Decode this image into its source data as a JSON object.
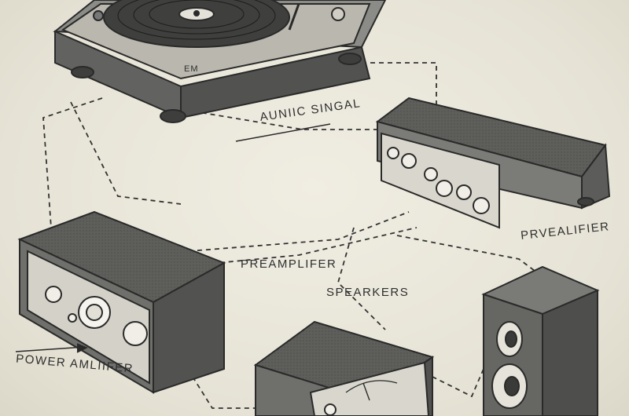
{
  "labels": {
    "signal": "AUNIIC SINGAL",
    "preamp_center": "PREAMPLIFER",
    "prealifier_right": "PRVEALIFIER",
    "speakers": "SPEARKERS",
    "power_amp": "POWER AMLIIFER",
    "turntable_mark": "Em"
  },
  "colors": {
    "paper": "#ebe8dc",
    "ink": "#2f2f2f",
    "box_dark": "#5a5a58",
    "box_top": "#8a8a86",
    "panel": "#d8d6cc"
  },
  "icons": [
    "turntable-icon",
    "preamplifier-icon",
    "power-amplifier-icon",
    "speaker-icon",
    "meter-amplifier-icon"
  ]
}
